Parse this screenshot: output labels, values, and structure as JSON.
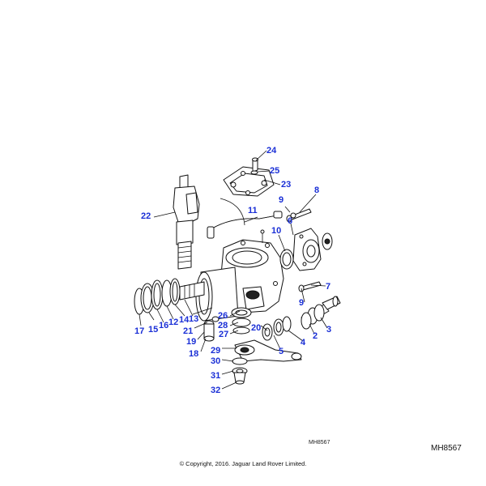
{
  "diagram": {
    "callout_color": "#1a2fd6",
    "line_color": "#111111",
    "callouts": [
      "24",
      "25",
      "23",
      "8",
      "9",
      "6",
      "22",
      "11",
      "10",
      "7",
      "9",
      "26",
      "28",
      "27",
      "20",
      "2",
      "3",
      "4",
      "5",
      "17",
      "15",
      "16",
      "12",
      "14",
      "13",
      "21",
      "19",
      "18",
      "29",
      "30",
      "31",
      "32"
    ],
    "small_reference": "MH8567",
    "large_reference": "MH8567",
    "copyright": "© Copyright, 2016. Jaguar Land Rover Limited."
  }
}
